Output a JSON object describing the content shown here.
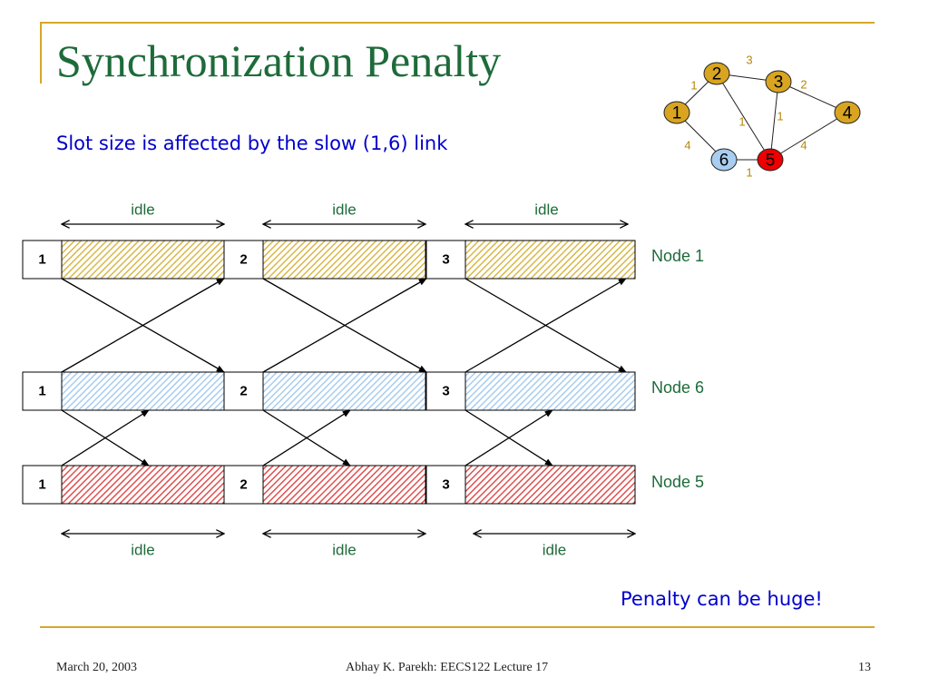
{
  "title": "Synchronization Penalty",
  "subtitle": "Slot size is affected by the slow (1,6) link",
  "penalty_note": "Penalty can be huge!",
  "footer": {
    "date": "March 20, 2003",
    "author": "Abhay K. Parekh: EECS122 Lecture 17",
    "page": "13"
  },
  "graph": {
    "nodes": [
      {
        "id": "1",
        "color": "#d9a520"
      },
      {
        "id": "2",
        "color": "#d9a520"
      },
      {
        "id": "3",
        "color": "#d9a520"
      },
      {
        "id": "4",
        "color": "#d9a520"
      },
      {
        "id": "5",
        "color": "#ee0000"
      },
      {
        "id": "6",
        "color": "#a8cdf0"
      }
    ],
    "edges": [
      {
        "from": "1",
        "to": "2",
        "weight": "1"
      },
      {
        "from": "2",
        "to": "3",
        "weight": "3"
      },
      {
        "from": "3",
        "to": "4",
        "weight": "2"
      },
      {
        "from": "2",
        "to": "5",
        "weight": "1"
      },
      {
        "from": "3",
        "to": "5",
        "weight": "1"
      },
      {
        "from": "4",
        "to": "5",
        "weight": "4"
      },
      {
        "from": "1",
        "to": "6",
        "weight": "4"
      },
      {
        "from": "6",
        "to": "5",
        "weight": "1"
      }
    ]
  },
  "timeline": {
    "idle_label": "idle",
    "rows": [
      {
        "node_label": "Node 1",
        "color": "#d9b84a",
        "slots": [
          "1",
          "2",
          "3"
        ]
      },
      {
        "node_label": "Node 6",
        "color": "#a8cdf0",
        "slots": [
          "1",
          "2",
          "3"
        ]
      },
      {
        "node_label": "Node 5",
        "color": "#e05050",
        "slots": [
          "1",
          "2",
          "3"
        ]
      }
    ]
  },
  "colors": {
    "accent": "#d6a72a",
    "title": "#1e6b3a",
    "subtitle": "#0000cc",
    "node_label": "#1e6b3a"
  }
}
